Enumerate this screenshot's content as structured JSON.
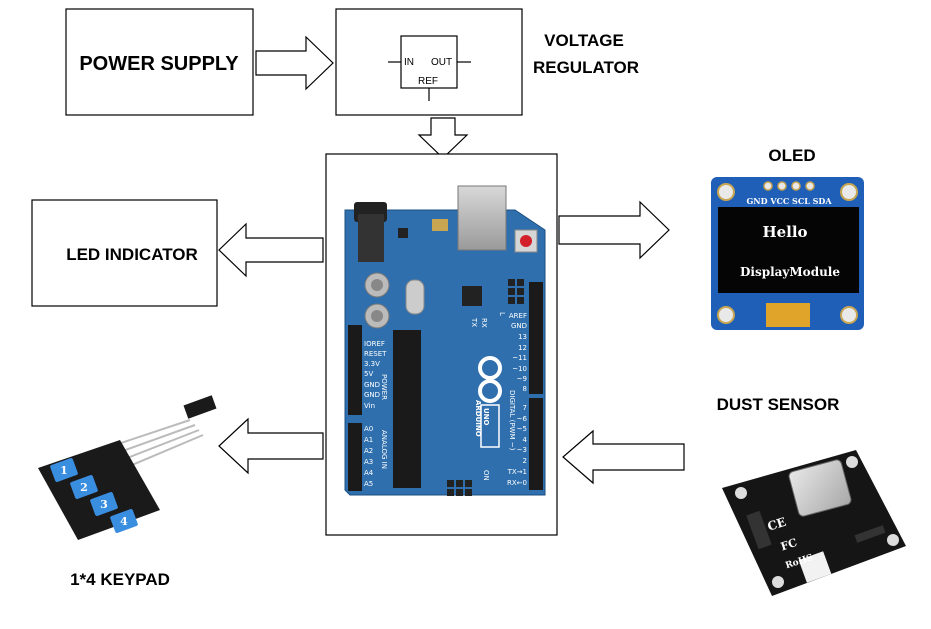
{
  "blocks": {
    "power_supply": "POWER SUPPLY",
    "voltage_regulator_line1": "VOLTAGE",
    "voltage_regulator_line2": "REGULATOR",
    "led_indicator": "LED INDICATOR",
    "oled": "OLED",
    "dust_sensor": "DUST SENSOR",
    "keypad": "1*4 KEYPAD"
  },
  "regulator_symbol": {
    "in": "IN",
    "out": "OUT",
    "ref": "REF"
  },
  "oled_screen": {
    "line1": "Hello",
    "line2": "DisplayModule",
    "header_pins": "GND VCC SCL SDA"
  },
  "arduino": {
    "brand": "ARDUINO",
    "model": "UNO",
    "power_pins": [
      "IOREF",
      "RESET",
      "3.3V",
      "5V",
      "GND",
      "GND",
      "Vin"
    ],
    "power_label": "POWER",
    "analog_pins": [
      "A0",
      "A1",
      "A2",
      "A3",
      "A4",
      "A5"
    ],
    "analog_label": "ANALOG IN",
    "digital_pins": [
      "AREF",
      "GND",
      "13",
      "12",
      "~11",
      "~10",
      "~9",
      "8",
      "7",
      "~6",
      "~5",
      "4",
      "~3",
      "2",
      "TX→1",
      "RX←0"
    ],
    "digital_label": "DIGITAL (PWM ~)",
    "tx": "TX",
    "rx": "RX",
    "l": "L",
    "on": "ON"
  },
  "keypad_keys": [
    "1",
    "2",
    "3",
    "4"
  ],
  "dust_sensor_markings": {
    "ce": "CE",
    "fc": "FC",
    "rohs": "RoHS"
  },
  "colors": {
    "arduino_blue": "#2f6fae",
    "oled_blue": "#1f5fb8",
    "keypad_blue": "#3a8ee0",
    "sensor_black": "#151515"
  }
}
